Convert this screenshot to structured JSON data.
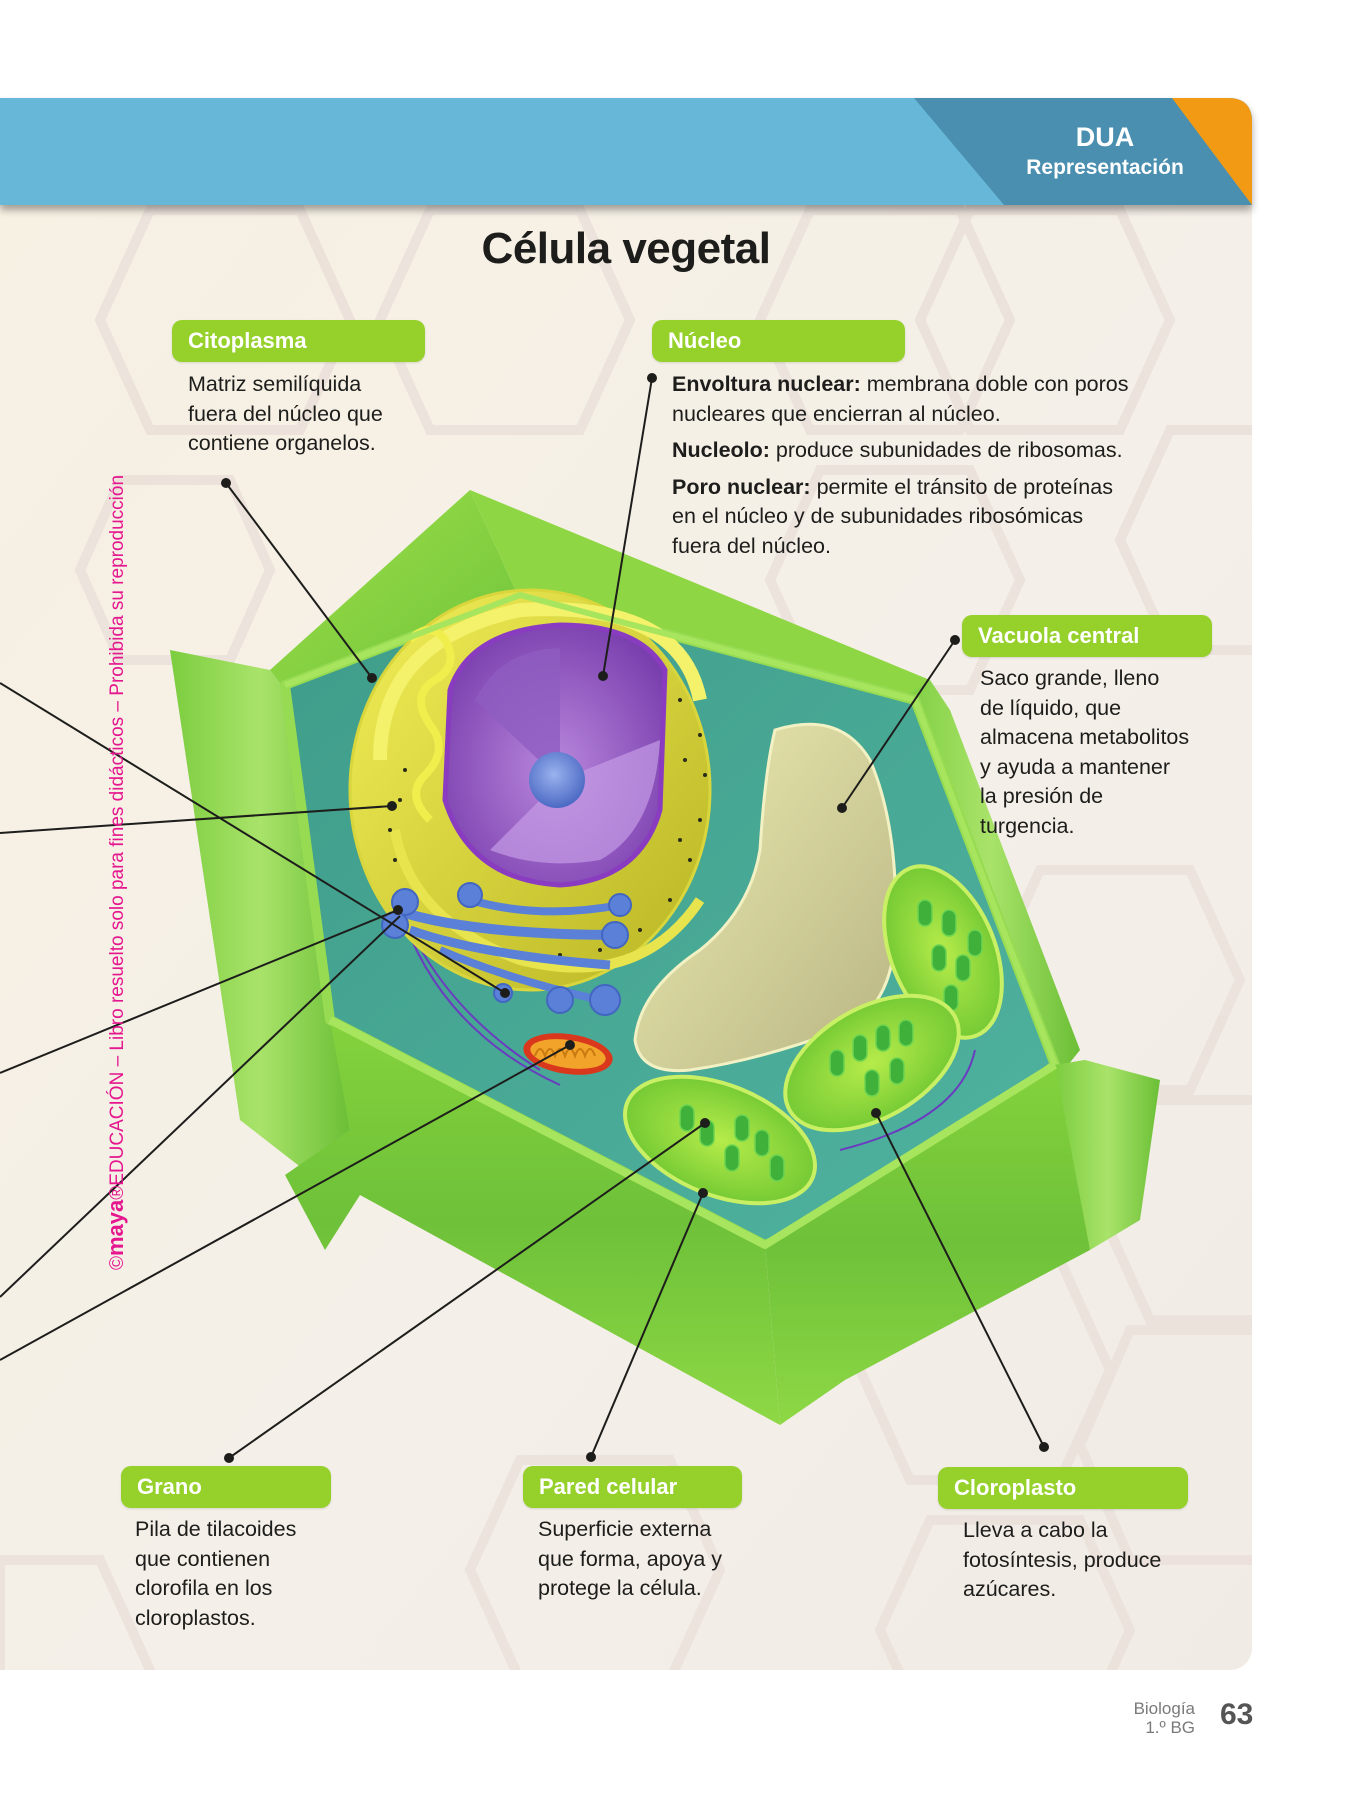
{
  "banner": {
    "title": "DUA",
    "subtitle": "Representación",
    "colors": {
      "light": "#67b8d8",
      "dark": "#4a8fb0",
      "accent": "#f39a14"
    }
  },
  "page_title": "Célula vegetal",
  "labels": {
    "citoplasma": {
      "title": "Citoplasma",
      "lines": [
        "Matriz semilíquida",
        "fuera del núcleo que",
        "contiene organelos."
      ]
    },
    "nucleo": {
      "title": "Núcleo",
      "items": [
        {
          "term": "Envoltura nuclear:",
          "lines": [
            " membrana doble con poros",
            "nucleares que encierran al núcleo."
          ]
        },
        {
          "term": "Nucleolo:",
          "lines": [
            " produce subunidades de ribosomas."
          ]
        },
        {
          "term": "Poro nuclear:",
          "lines": [
            " permite el tránsito de proteínas",
            "en el núcleo y de subunidades ribosómicas",
            "fuera del núcleo."
          ]
        }
      ]
    },
    "vacuola": {
      "title": "Vacuola central",
      "lines": [
        "Saco grande, lleno",
        "de líquido, que",
        "almacena metabolitos",
        "y ayuda a mantener",
        "la presión de",
        "turgencia."
      ]
    },
    "grano": {
      "title": "Grano",
      "lines": [
        "Pila de tilacoides",
        "que contienen",
        "clorofila en los",
        "cloroplastos."
      ]
    },
    "pared": {
      "title": "Pared celular",
      "lines": [
        "Superficie externa",
        "que forma, apoya y",
        "protege la célula."
      ]
    },
    "cloroplasto": {
      "title": "Cloroplasto",
      "lines": [
        "Lleva a cabo la",
        "fotosíntesis, produce",
        "azúcares."
      ]
    }
  },
  "label_color": "#95d12a",
  "watermark": {
    "copyright": "©",
    "brand": "maya",
    "registered": "®",
    "text": "EDUCACIÓN – Libro resuelto solo para fines didácticos – Prohibida su reproducción",
    "color": "#e5168e"
  },
  "footer": {
    "subject": "Biología",
    "grade": "1.º BG",
    "page_number": "63"
  }
}
